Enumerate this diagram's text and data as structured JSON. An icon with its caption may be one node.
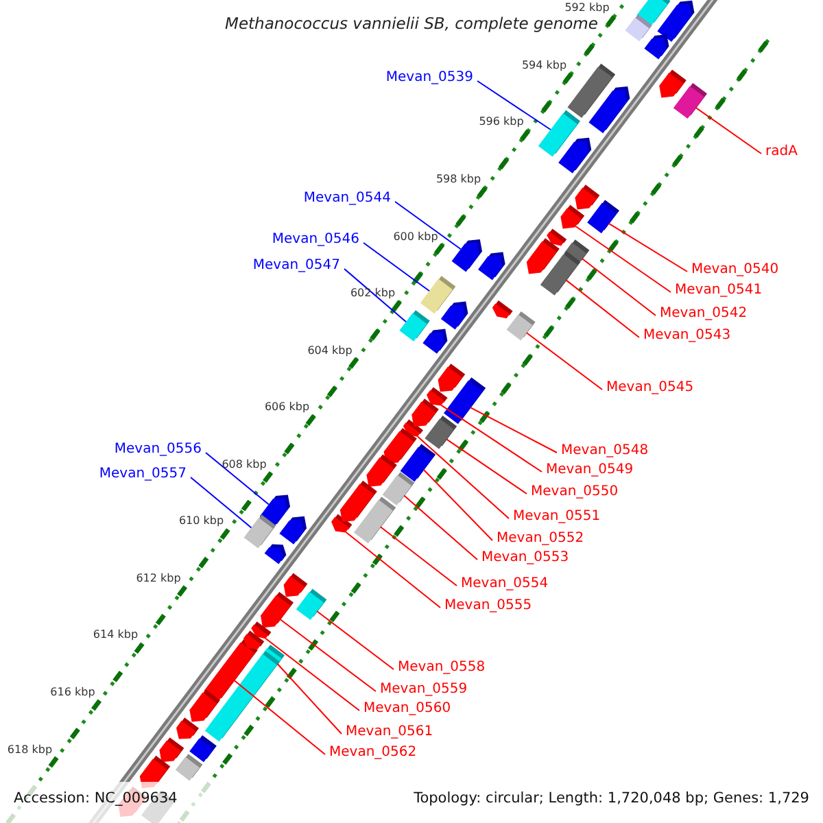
{
  "diagram": {
    "title": "Methanococcus vannielii SB, complete genome",
    "nodes": [
      {
        "text": [
          "Mevan_0539"
        ]
      },
      {
        "text": [
          "radA"
        ]
      },
      {
        "text": [
          "Mevan_0544"
        ]
      },
      {
        "text": [
          "Mevan_0546"
        ]
      },
      {
        "text": [
          "Mevan_0547"
        ]
      },
      {
        "text": [
          "Mevan_0540"
        ]
      },
      {
        "text": [
          "Mevan_0541"
        ]
      },
      {
        "text": [
          "Mevan_0542"
        ]
      },
      {
        "text": [
          "Mevan_0543"
        ]
      },
      {
        "text": [
          "Mevan_0545"
        ]
      },
      {
        "text": [
          "Mevan_0548"
        ]
      },
      {
        "text": [
          "Mevan_0556"
        ]
      },
      {
        "text": [
          "Mevan_0549"
        ]
      },
      {
        "text": [
          "Mevan_0557"
        ]
      },
      {
        "text": [
          "Mevan_0550"
        ]
      },
      {
        "text": [
          "Mevan_0551"
        ]
      },
      {
        "text": [
          "Mevan_0552"
        ]
      },
      {
        "text": [
          "Mevan_0553"
        ]
      },
      {
        "text": [
          "Mevan_0554"
        ]
      },
      {
        "text": [
          "Mevan_0555"
        ]
      },
      {
        "text": [
          "Mevan_0558"
        ]
      },
      {
        "text": [
          "Mevan_0559"
        ]
      },
      {
        "text": [
          "Mevan_0560"
        ]
      },
      {
        "text": [
          "Mevan_0561"
        ]
      },
      {
        "text": [
          "Mevan_0562"
        ]
      },
      {
        "text": [],
        "shape": "box"
      },
      {
        "text": [],
        "shape": "box"
      },
      {
        "text": [],
        "shape": "arrow"
      },
      {
        "text": [],
        "shape": "box"
      },
      {
        "text": [],
        "shape": "box"
      },
      {
        "text": [],
        "shape": "box"
      },
      {
        "text": [],
        "shape": "arrow"
      },
      {
        "text": [],
        "shape": "box"
      },
      {
        "text": [],
        "shape": "box"
      },
      {
        "text": [],
        "shape": "box"
      },
      {
        "text": [],
        "shape": "box"
      },
      {
        "text": [],
        "shape": "arrow"
      },
      {
        "text": [],
        "shape": "arrow"
      },
      {
        "text": [],
        "shape": "box"
      },
      {
        "text": [],
        "shape": "box"
      },
      {
        "text": [],
        "shape": "arrow"
      },
      {
        "text": [],
        "shape": "box"
      },
      {
        "text": [],
        "shape": "box"
      },
      {
        "text": [],
        "shape": "box"
      },
      {
        "text": [],
        "shape": "arrow"
      },
      {
        "text": [],
        "shape": "box"
      },
      {
        "text": [],
        "shape": "arrow"
      },
      {
        "text": [],
        "shape": "arrow"
      },
      {
        "text": [],
        "shape": "box"
      },
      {
        "text": [],
        "shape": "arrow"
      },
      {
        "text": [],
        "shape": "box"
      },
      {
        "text": [],
        "shape": "arrow"
      },
      {
        "text": [],
        "shape": "box"
      },
      {
        "text": [],
        "shape": "arrow"
      },
      {
        "text": [],
        "shape": "arrow"
      },
      {
        "text": [],
        "shape": "box"
      },
      {
        "text": [],
        "shape": "arrow"
      },
      {
        "text": [],
        "shape": "arrow"
      },
      {
        "text": [],
        "shape": "arrow"
      },
      {
        "text": [],
        "shape": "arrow"
      },
      {
        "text": [],
        "shape": "arrow"
      },
      {
        "text": [],
        "shape": "arrow"
      },
      {
        "text": [],
        "shape": "arrow"
      },
      {
        "text": [],
        "shape": "arrow"
      },
      {
        "text": [],
        "shape": "arrow"
      },
      {
        "text": [],
        "shape": "arrow"
      },
      {
        "text": [],
        "shape": "arrow"
      },
      {
        "text": [],
        "shape": "arrow"
      },
      {
        "text": [],
        "shape": "arrow"
      },
      {
        "text": [],
        "shape": "arrow"
      },
      {
        "text": [],
        "shape": "arrow"
      },
      {
        "text": [],
        "shape": "arrow"
      },
      {
        "text": [],
        "shape": "arrow"
      },
      {
        "text": [],
        "shape": "arrow"
      },
      {
        "text": [],
        "shape": "box"
      },
      {
        "text": [],
        "shape": "arrow"
      },
      {
        "text": [],
        "shape": "arrow"
      },
      {
        "text": [],
        "shape": "box"
      },
      {
        "text": [],
        "shape": "arrow"
      },
      {
        "text": [],
        "shape": "box"
      },
      {
        "text": [],
        "shape": "arrow"
      },
      {
        "text": [],
        "shape": "arrow"
      },
      {
        "text": [],
        "shape": "box"
      }
    ],
    "edges": [
      {
        "from": 0,
        "to": 25,
        "arrow": "none",
        "color": "#0000ff"
      },
      {
        "from": 1,
        "to": 26,
        "arrow": "none"
      },
      {
        "from": 2,
        "to": 27,
        "arrow": "none",
        "color": "#0000ff"
      },
      {
        "from": 3,
        "to": 28,
        "arrow": "none",
        "color": "#0000ff"
      },
      {
        "from": 4,
        "to": 29,
        "arrow": "none",
        "color": "#0000ff"
      },
      {
        "from": 5,
        "to": 30,
        "arrow": "none"
      },
      {
        "from": 6,
        "to": 31,
        "arrow": "none"
      },
      {
        "from": 7,
        "to": 32,
        "arrow": "none"
      },
      {
        "from": 8,
        "to": 33,
        "arrow": "none"
      },
      {
        "from": 9,
        "to": 34,
        "arrow": "none"
      },
      {
        "from": 10,
        "to": 35,
        "arrow": "none"
      },
      {
        "from": 11,
        "to": 36,
        "arrow": "none",
        "color": "#0000ff"
      },
      {
        "from": 12,
        "to": 37,
        "arrow": "none"
      },
      {
        "from": 13,
        "to": 38,
        "arrow": "none",
        "color": "#0000ff"
      },
      {
        "from": 14,
        "to": 39,
        "arrow": "none"
      },
      {
        "from": 15,
        "to": 40,
        "arrow": "none"
      },
      {
        "from": 16,
        "to": 41,
        "arrow": "none"
      },
      {
        "from": 17,
        "to": 42,
        "arrow": "none"
      },
      {
        "from": 18,
        "to": 43,
        "arrow": "none"
      },
      {
        "from": 19,
        "to": 44,
        "arrow": "none"
      },
      {
        "from": 20,
        "to": 45,
        "arrow": "none"
      },
      {
        "from": 21,
        "to": 46,
        "arrow": "none"
      },
      {
        "from": 22,
        "to": 47,
        "arrow": "none"
      },
      {
        "from": 23,
        "to": 48,
        "arrow": "none"
      },
      {
        "from": 24,
        "to": 49,
        "arrow": "none"
      }
    ],
    "labels": [
      "592 kbp",
      "594 kbp",
      "596 kbp",
      "598 kbp",
      "600 kbp",
      "602 kbp",
      "604 kbp",
      "606 kbp",
      "608 kbp",
      "610 kbp",
      "612 kbp",
      "614 kbp",
      "616 kbp",
      "618 kbp",
      "Accession: NC_009634",
      "Topology: circular; Length: 1,720,048 bp; Genes: 1,729"
    ]
  }
}
